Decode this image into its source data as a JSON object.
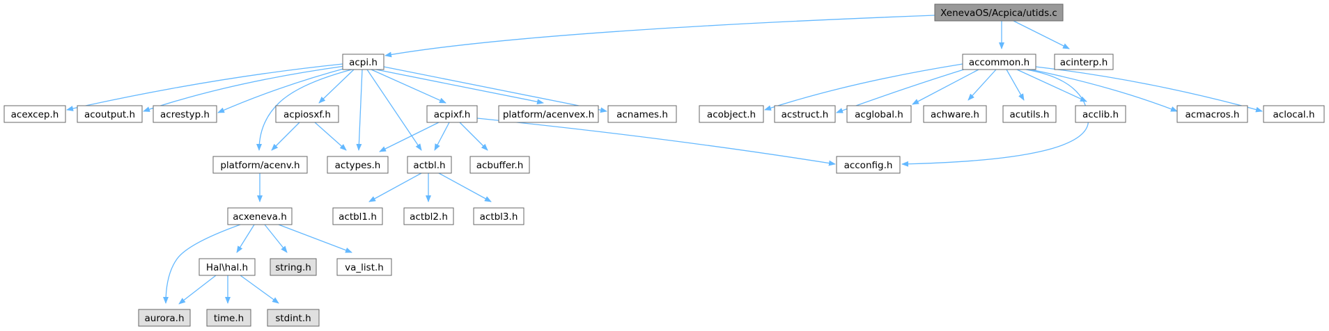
{
  "colors": {
    "root_fill": "#999999",
    "node_fill": "#ffffff",
    "external_fill": "#e0e0e0",
    "border": "#666666",
    "edge": "#63b8ff"
  },
  "nodes": {
    "root": "XenevaOS/Acpica/utids.c",
    "acpi": "acpi.h",
    "accommon": "accommon.h",
    "acinterp": "acinterp.h",
    "acexcep": "acexcep.h",
    "acoutput": "acoutput.h",
    "acrestyp": "acrestyp.h",
    "acpiosxf": "acpiosxf.h",
    "acpixf": "acpixf.h",
    "acenvex": "platform/acenvex.h",
    "acnames": "acnames.h",
    "acobject": "acobject.h",
    "acstruct": "acstruct.h",
    "acglobal": "acglobal.h",
    "achware": "achware.h",
    "acutils": "acutils.h",
    "acclib": "acclib.h",
    "acmacros": "acmacros.h",
    "aclocal": "aclocal.h",
    "acenv": "platform/acenv.h",
    "actypes": "actypes.h",
    "actbl": "actbl.h",
    "acbuffer": "acbuffer.h",
    "acconfig": "acconfig.h",
    "acxeneva": "acxeneva.h",
    "actbl1": "actbl1.h",
    "actbl2": "actbl2.h",
    "actbl3": "actbl3.h",
    "halh": "Hal\\hal.h",
    "string": "string.h",
    "valist": "va_list.h",
    "aurora": "aurora.h",
    "time": "time.h",
    "stdint": "stdint.h"
  }
}
